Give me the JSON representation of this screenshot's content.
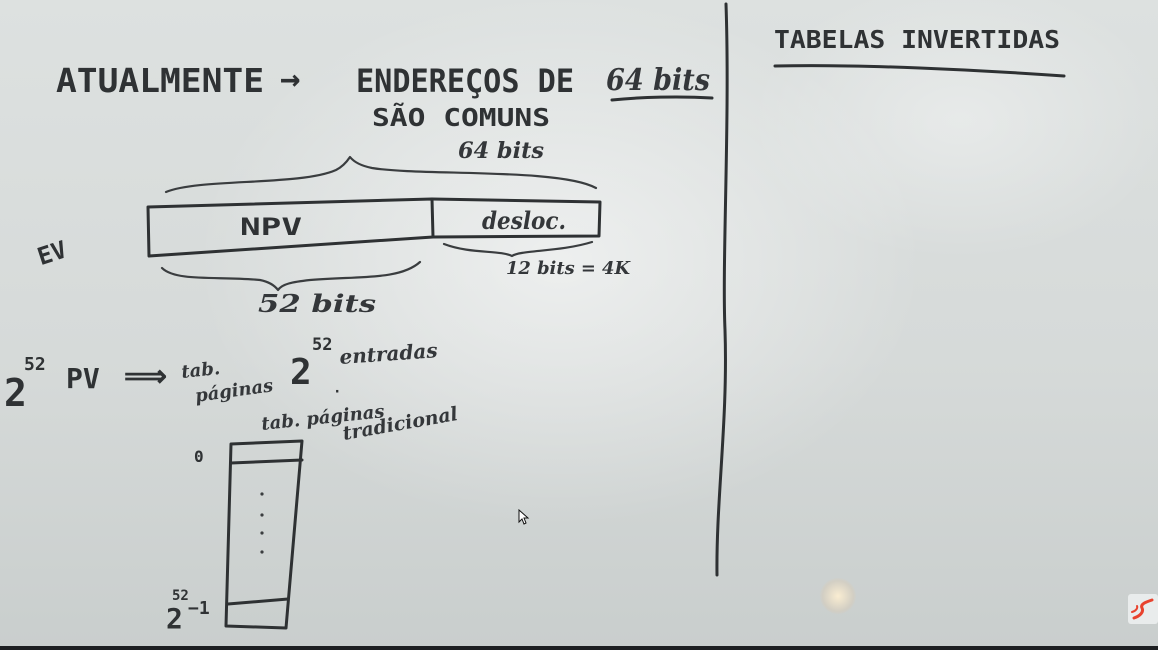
{
  "left_board": {
    "headline": "ATUALMENTE",
    "headline_arrow": "→",
    "headline_rest": "ENDEREÇOS DE",
    "headline_bits": "64 bits",
    "subline": "SÃO COMUNS",
    "brace_top_label": "64 bits",
    "ev_label": "EV",
    "field_npv": "NPV",
    "field_desloc": "desloc.",
    "desloc_size": "12 bits = 4K",
    "npv_size": "52 bits",
    "pv_base": "2",
    "pv_exp": "52",
    "pv_label": "PV",
    "implies": "⟹",
    "tab_paginas": [
      "tab.",
      "páginas"
    ],
    "entries_base": "2",
    "entries_exp": "52",
    "entries_label": "entradas",
    "tab_tradicional": [
      "tab. páginas",
      "tradicional"
    ],
    "table_first_index": "0",
    "table_last_base": "2",
    "table_last_exp": "52",
    "table_last_suffix": "−1"
  },
  "right_board": {
    "title": "TABELAS INVERTIDAS"
  },
  "colors": {
    "marker": "#2e3133",
    "board": "#d9dddc",
    "watermark": "#e8432e"
  }
}
